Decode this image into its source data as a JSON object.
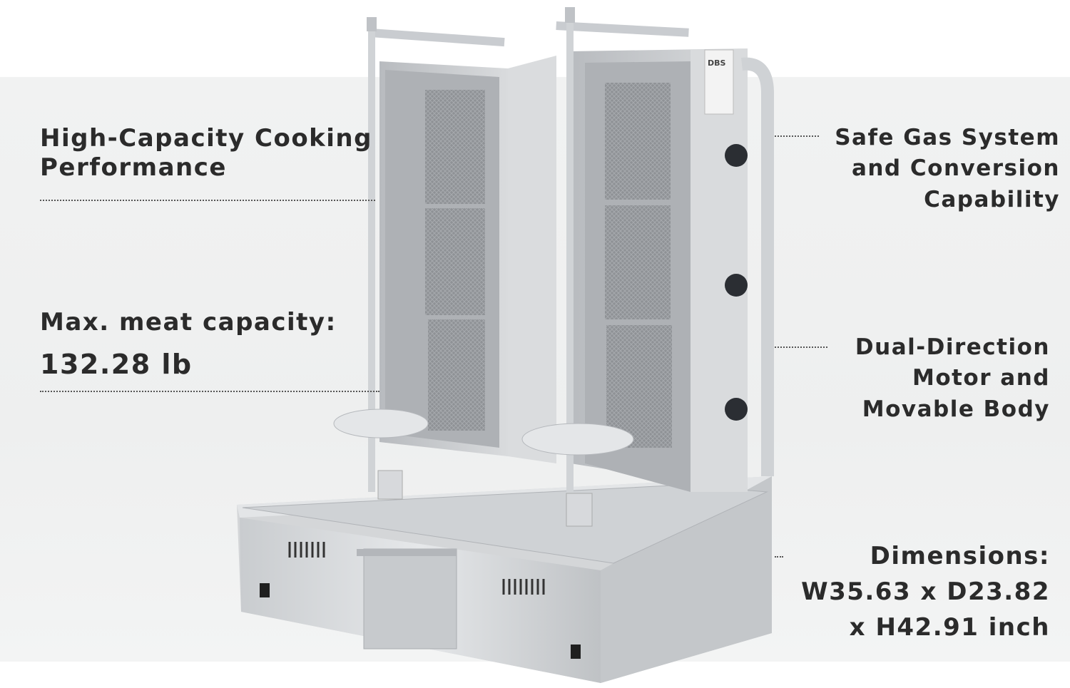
{
  "features": {
    "cooking": "High-Capacity Cooking Performance",
    "capacity_line1": "Max. meat capacity:",
    "capacity_line2": "132.28 lb",
    "gas": "Safe Gas System and Conversion Capability",
    "motor": "Dual-Direction Motor and Movable Body",
    "dimensions_line1": "Dimensions:",
    "dimensions_line2": "W35.63 x D23.82",
    "dimensions_line3": "x H42.91 inch"
  },
  "product": {
    "brand_plate": "DBS"
  },
  "colors": {
    "text": "#2b2b2b",
    "steel": "#d8dadc",
    "band": "#f0f1f1"
  }
}
